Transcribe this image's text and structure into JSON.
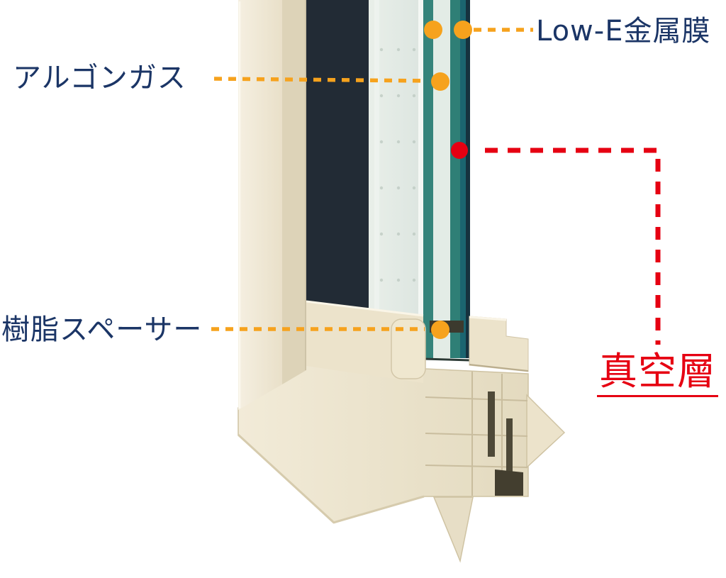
{
  "labels": {
    "low_e": "Low-E金属膜",
    "argon": "アルゴンガス",
    "spacer": "樹脂スペーサー",
    "vacuum": "真空層"
  },
  "colors": {
    "label_navy": "#1b3566",
    "accent_orange": "#f6a21d",
    "accent_red": "#e60012",
    "frame_cream": "#ece3cb",
    "glass_teal": "#2f7f76"
  }
}
